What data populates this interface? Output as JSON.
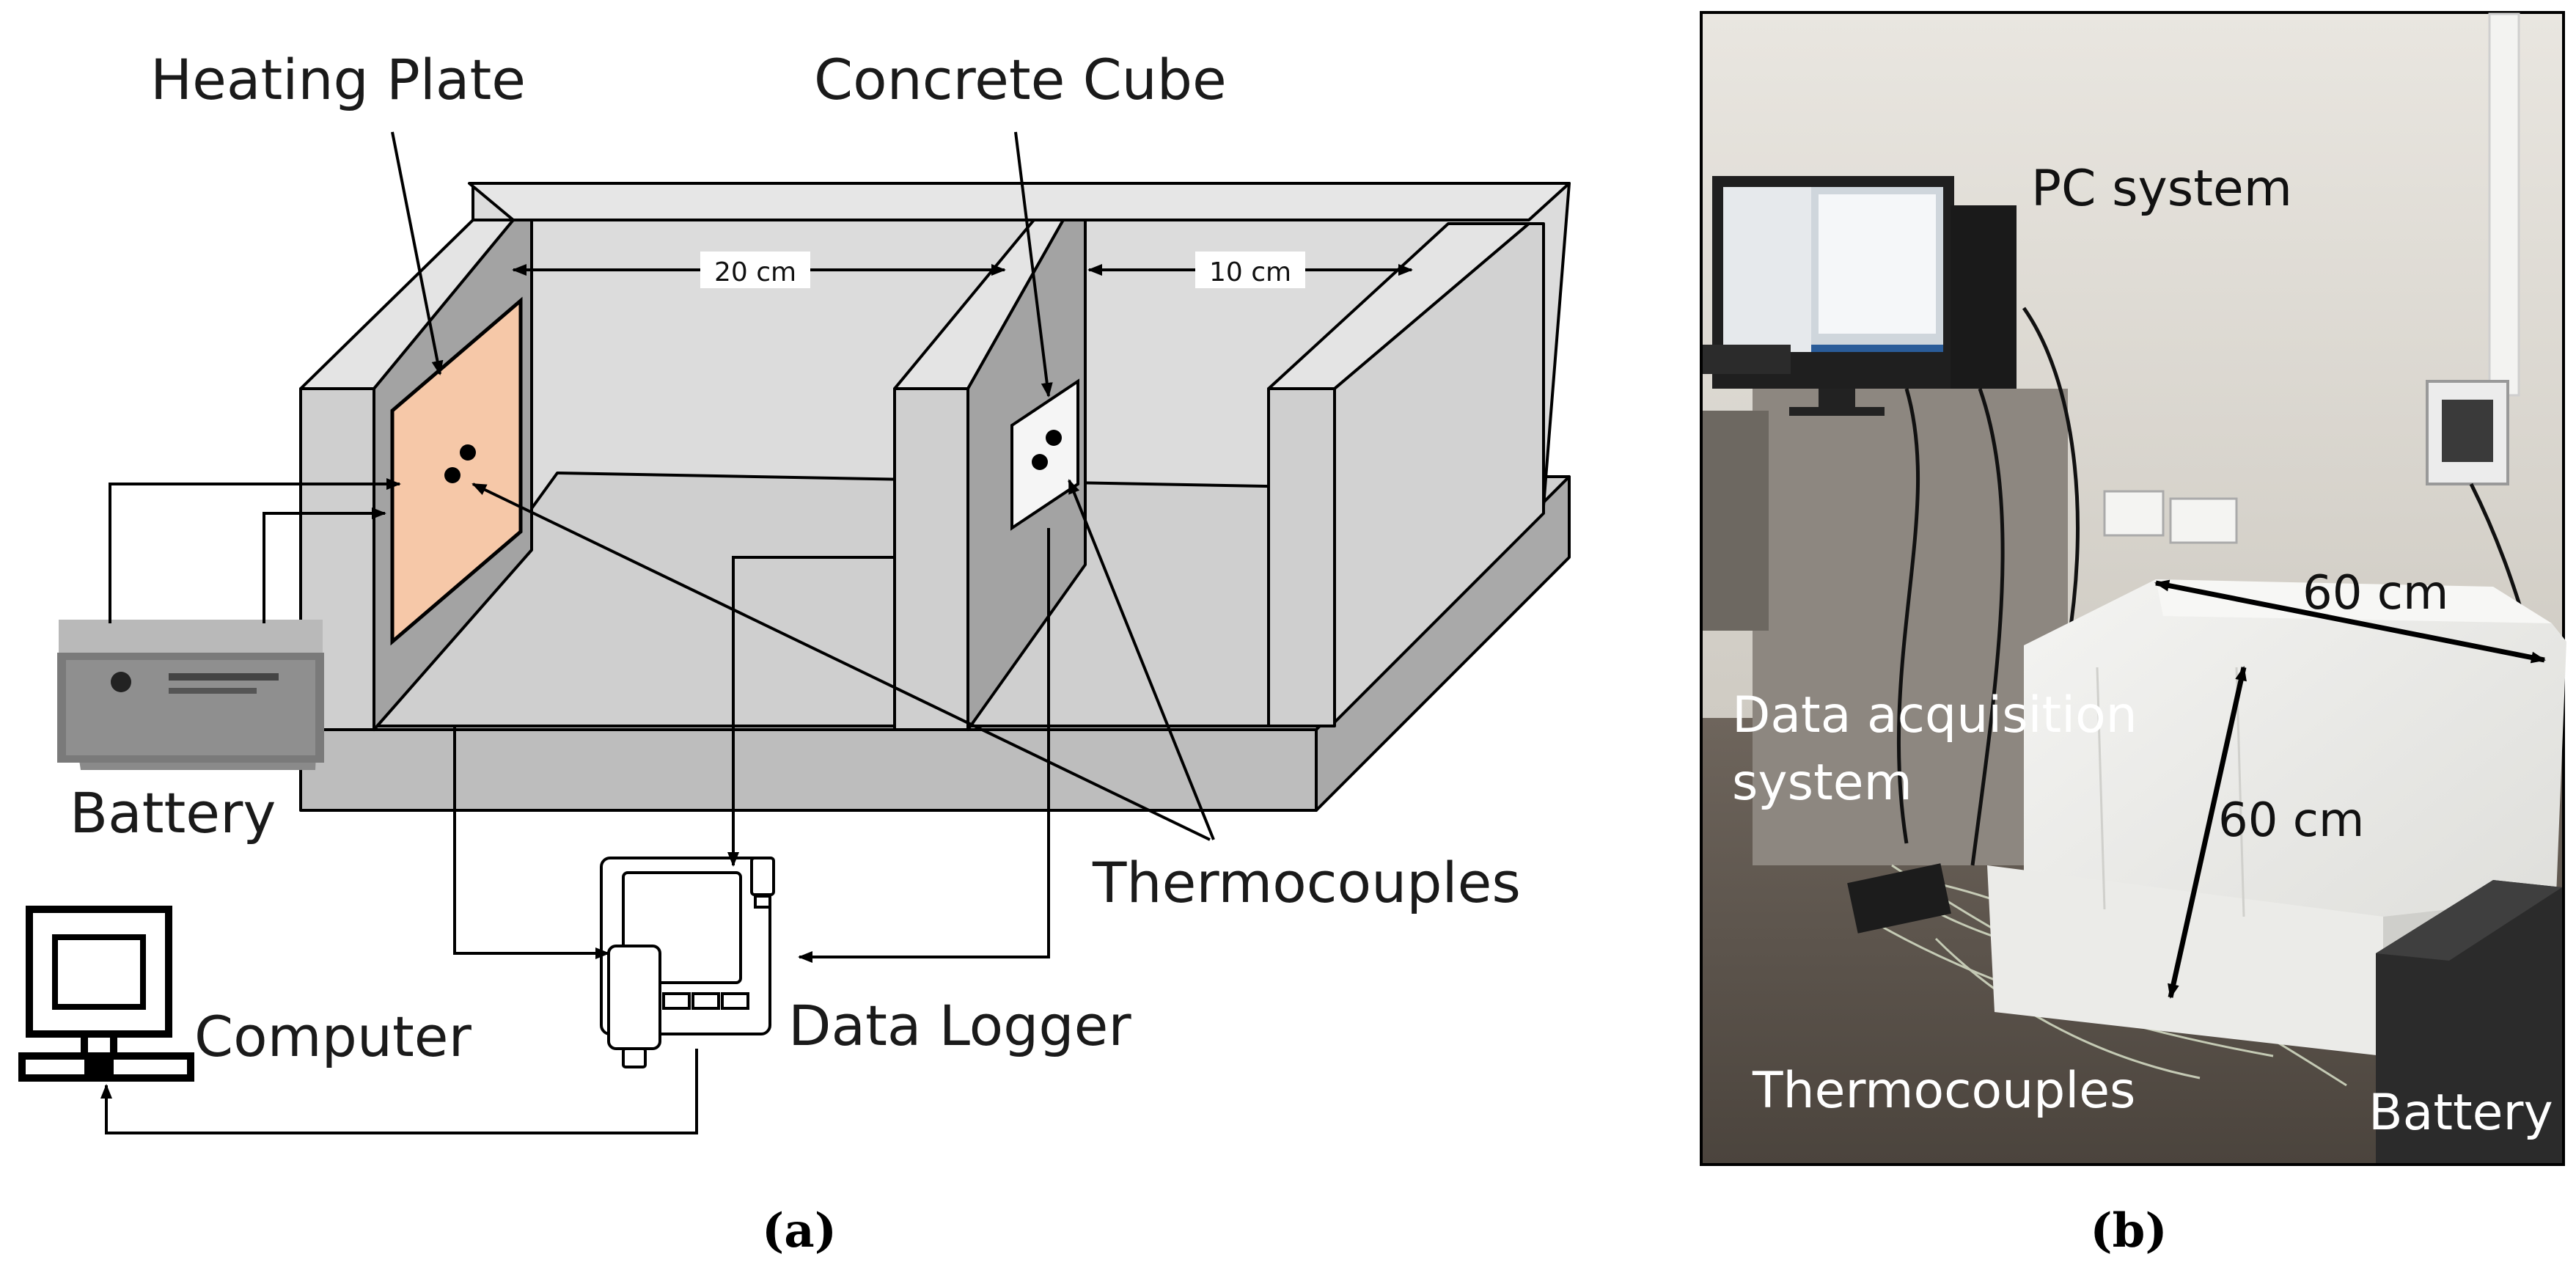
{
  "panel_a": {
    "labels": {
      "heating_plate": "Heating Plate",
      "concrete_cube": "Concrete Cube",
      "battery": "Battery",
      "thermocouples": "Thermocouples",
      "computer": "Computer",
      "data_logger": "Data Logger"
    },
    "dimensions": {
      "gap_1": "20 cm",
      "gap_2": "10 cm"
    },
    "caption": "(a)"
  },
  "panel_b": {
    "labels": {
      "pc_system": "PC system",
      "data_acquisition_line1": "Data acquisition",
      "data_acquisition_line2": "system",
      "thermocouples": "Thermocouples",
      "battery": "Battery",
      "width": "60 cm",
      "height": "60 cm"
    },
    "caption": "(b)"
  },
  "colors": {
    "heating_plate": "#f6c8a8",
    "box_light": "#d9d9d9",
    "box_mid": "#bfbfbf",
    "box_dark": "#a6a6a6",
    "outline": "#000000"
  }
}
